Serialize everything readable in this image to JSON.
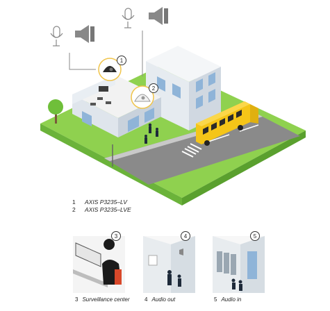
{
  "callouts": {
    "c1": "1",
    "c2": "2"
  },
  "legend": [
    {
      "num": "1",
      "label": "AXIS P3235–LV"
    },
    {
      "num": "2",
      "label": "AXIS P3235–LVE"
    }
  ],
  "panels": [
    {
      "num": "3",
      "label": "Surveillance center"
    },
    {
      "num": "4",
      "label": "Audio out"
    },
    {
      "num": "5",
      "label": "Audio in"
    }
  ],
  "colors": {
    "grass": "#8fd14f",
    "grass_dark": "#6bb33a",
    "road": "#8a8a8a",
    "building": "#eef2f6",
    "building_shade": "#d5dde6",
    "window": "#8fb4d8",
    "bus": "#f5c518",
    "accent": "#e04a2a"
  },
  "icons": [
    "microphone-icon",
    "speaker-icon",
    "dome-camera-icon"
  ]
}
